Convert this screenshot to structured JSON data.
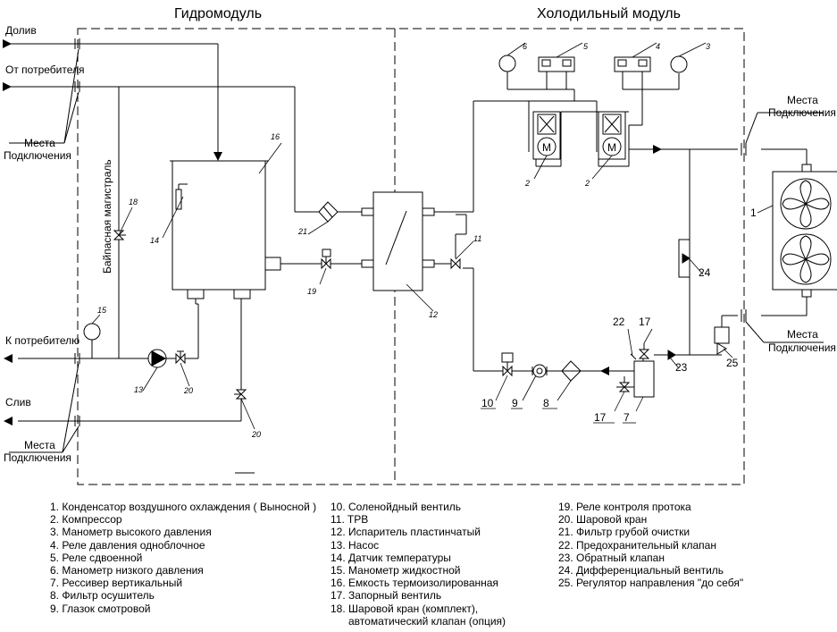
{
  "titles": {
    "hydromodule": "Гидромодуль",
    "cooling_module": "Холодильный модуль"
  },
  "lines": {
    "doliv": "Долив",
    "ot_potrebitelya": "От потребителя",
    "k_potrebitelyu": "К потребителю",
    "sliv": "Слив",
    "bypass": "Байпасная магистраль"
  },
  "connection_label": {
    "line1": "Места",
    "line2": "Подключения"
  },
  "component_numbers": {
    "n1": "1",
    "n2": "2",
    "n3": "3",
    "n4": "4",
    "n5": "5",
    "n6": "6",
    "n7": "7",
    "n8": "8",
    "n9": "9",
    "n10": "10",
    "n11": "11",
    "n12": "12",
    "n13": "13",
    "n14": "14",
    "n15": "15",
    "n16": "16",
    "n17": "17",
    "n18": "18",
    "n19": "19",
    "n20": "20",
    "n21": "21",
    "n22": "22",
    "n23": "23",
    "n24": "24",
    "n25": "25"
  },
  "motor_letter": "M",
  "legend": {
    "col1": [
      "1. Конденсатор воздушного охлаждения ( Выносной )",
      "2. Компрессор",
      "3. Манометр высокого давления",
      "4. Реле давления одноблочное",
      "5. Реле сдвоенной",
      "6. Манометр низкого давления",
      "7. Рессивер вертикальный",
      "8. Фильтр осушитель",
      "9. Глазок смотровой"
    ],
    "col2": [
      "10. Соленойдный вентиль",
      "11. TPB",
      "12. Испаритель пластинчатый",
      "13. Насос",
      "14. Датчик температуры",
      "15. Манометр жидкостной",
      "16. Емкость термоизолированная",
      "17. Запорный вентиль",
      "18. Шаровой кран (комплект),",
      "      автоматический клапан (опция)"
    ],
    "col3": [
      "19. Реле контроля протока",
      "20. Шаровой кран",
      "21. Фильтр грубой очистки",
      "22. Предохранительный клапан",
      "23. Обратный клапан",
      "24. Дифференциальный вентиль",
      "25. Регулятор направления \"до себя\""
    ]
  }
}
